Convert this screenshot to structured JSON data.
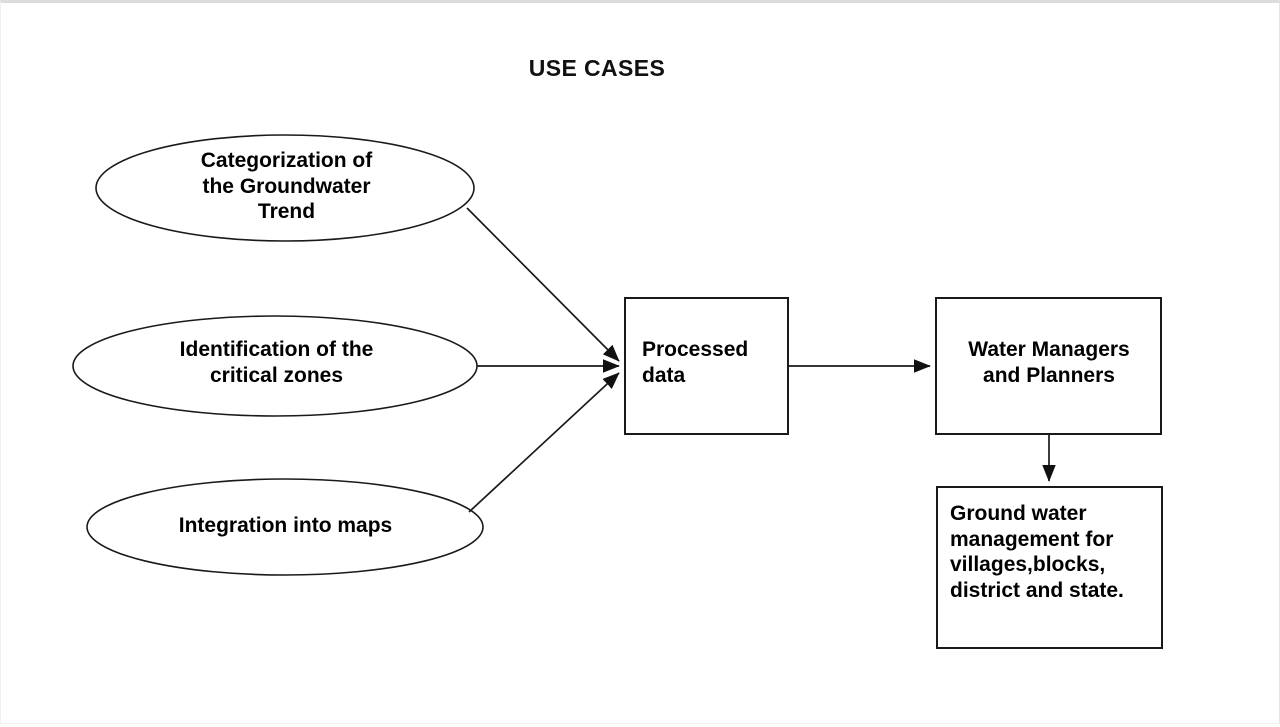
{
  "diagram": {
    "title": "USE CASES",
    "type": "flowchart",
    "stroke_color": "#1a1a1a",
    "text_color": "#000000",
    "background_color": "#ffffff",
    "nodes": [
      {
        "id": "categorization",
        "shape": "ellipse",
        "label": "Categorization of\nthe Groundwater\nTrend"
      },
      {
        "id": "identification",
        "shape": "ellipse",
        "label": "Identification of the\ncritical zones"
      },
      {
        "id": "integration",
        "shape": "ellipse",
        "label": "Integration into maps"
      },
      {
        "id": "processed-data",
        "shape": "rectangle",
        "label": "Processed\ndata"
      },
      {
        "id": "water-managers",
        "shape": "rectangle",
        "label": "Water Managers\nand Planners"
      },
      {
        "id": "groundwater-management",
        "shape": "rectangle",
        "label": "Ground water\nmanagement for\nvillages,blocks,\ndistrict and state."
      }
    ],
    "edges": [
      {
        "from": "categorization",
        "to": "processed-data"
      },
      {
        "from": "identification",
        "to": "processed-data"
      },
      {
        "from": "integration",
        "to": "processed-data"
      },
      {
        "from": "processed-data",
        "to": "water-managers"
      },
      {
        "from": "water-managers",
        "to": "groundwater-management"
      }
    ]
  }
}
